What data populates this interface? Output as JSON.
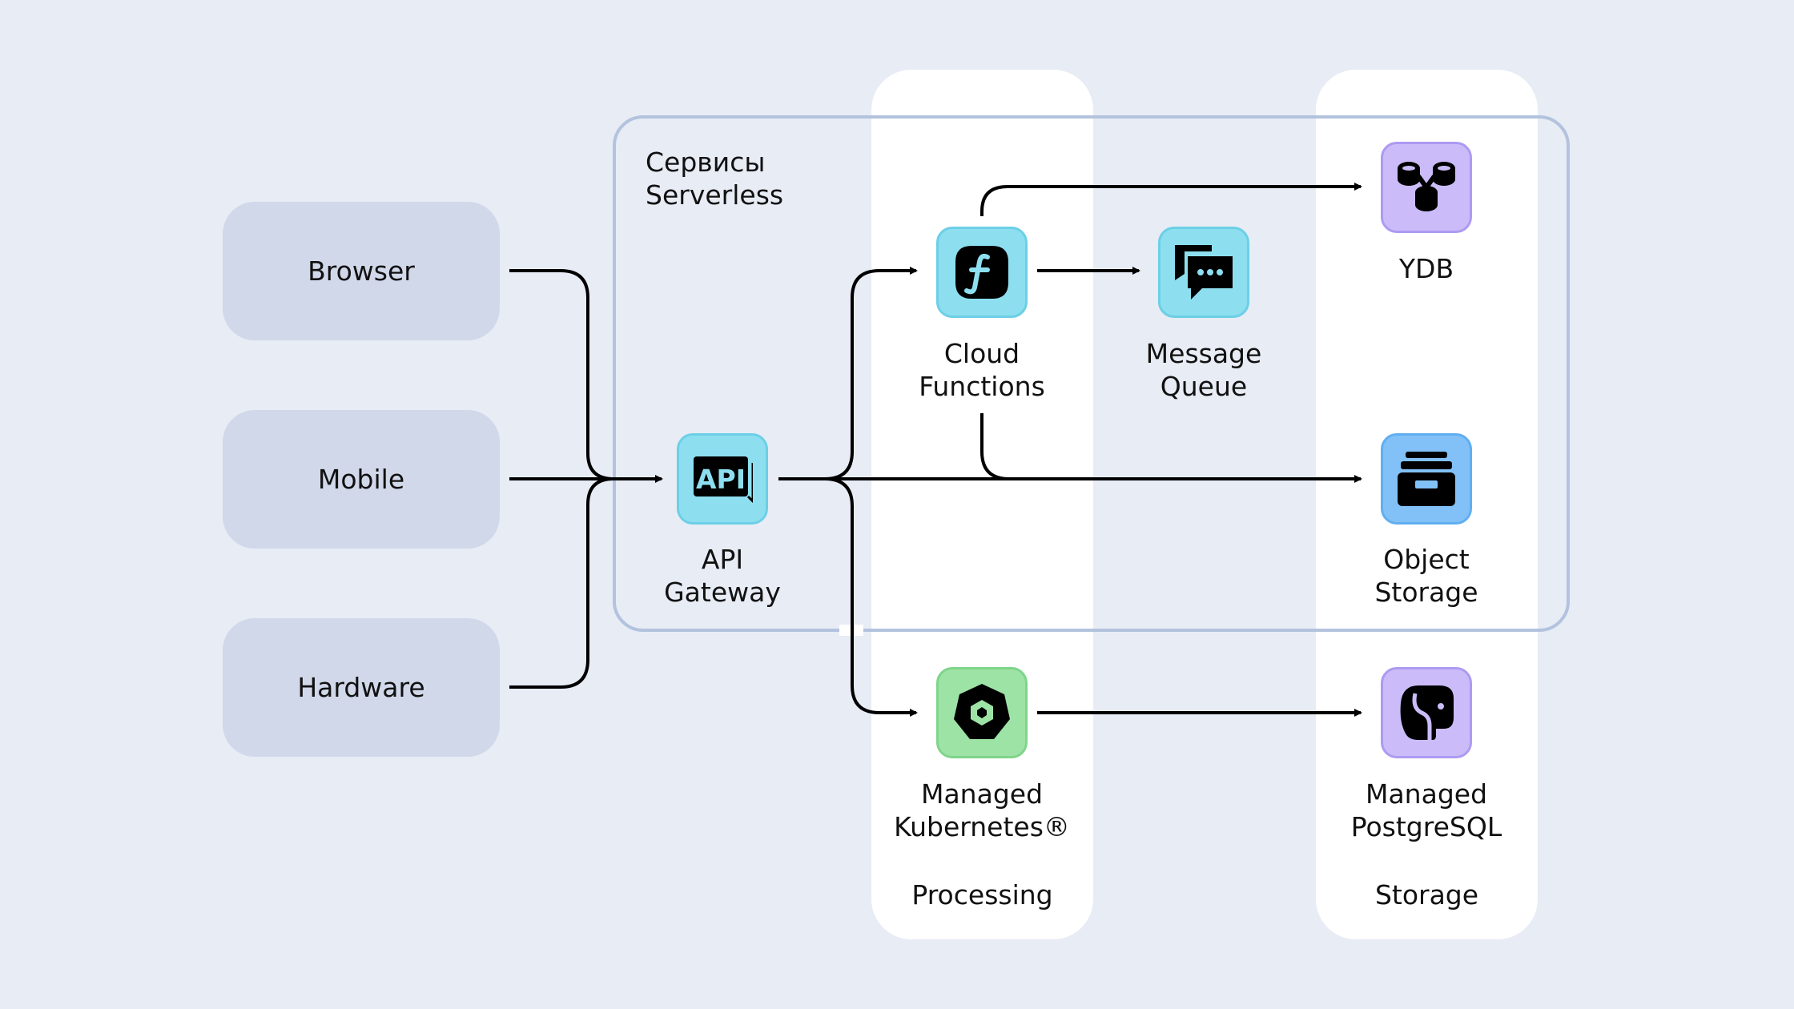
{
  "columns": {
    "processing_label": "Processing",
    "storage_label": "Storage"
  },
  "frame": {
    "label": "Сервисы\nServerless"
  },
  "clients": [
    {
      "label": "Browser"
    },
    {
      "label": "Mobile"
    },
    {
      "label": "Hardware"
    }
  ],
  "nodes": {
    "api_gateway": {
      "label": "API\nGateway",
      "icon": "api-icon",
      "icon_text": "API"
    },
    "cloud_functions": {
      "label": "Cloud\nFunctions",
      "icon": "function-icon"
    },
    "message_queue": {
      "label": "Message\nQueue",
      "icon": "chat-bubbles-icon"
    },
    "ydb": {
      "label": "YDB",
      "icon": "database-nodes-icon"
    },
    "object_storage": {
      "label": "Object\nStorage",
      "icon": "archive-box-icon"
    },
    "managed_kubernetes": {
      "label": "Managed\nKubernetes®",
      "icon": "kubernetes-icon"
    },
    "managed_postgresql": {
      "label": "Managed\nPostgreSQL",
      "icon": "postgresql-elephant-icon"
    }
  },
  "colors": {
    "background": "#e7ecf5",
    "client_box": "#d1d8ea",
    "frame_border": "#b3c3de",
    "tile_blue": "#8ddff0",
    "tile_object_storage": "#82c1f7",
    "tile_purple": "#cbbcf9",
    "tile_green": "#9ee3a6"
  }
}
